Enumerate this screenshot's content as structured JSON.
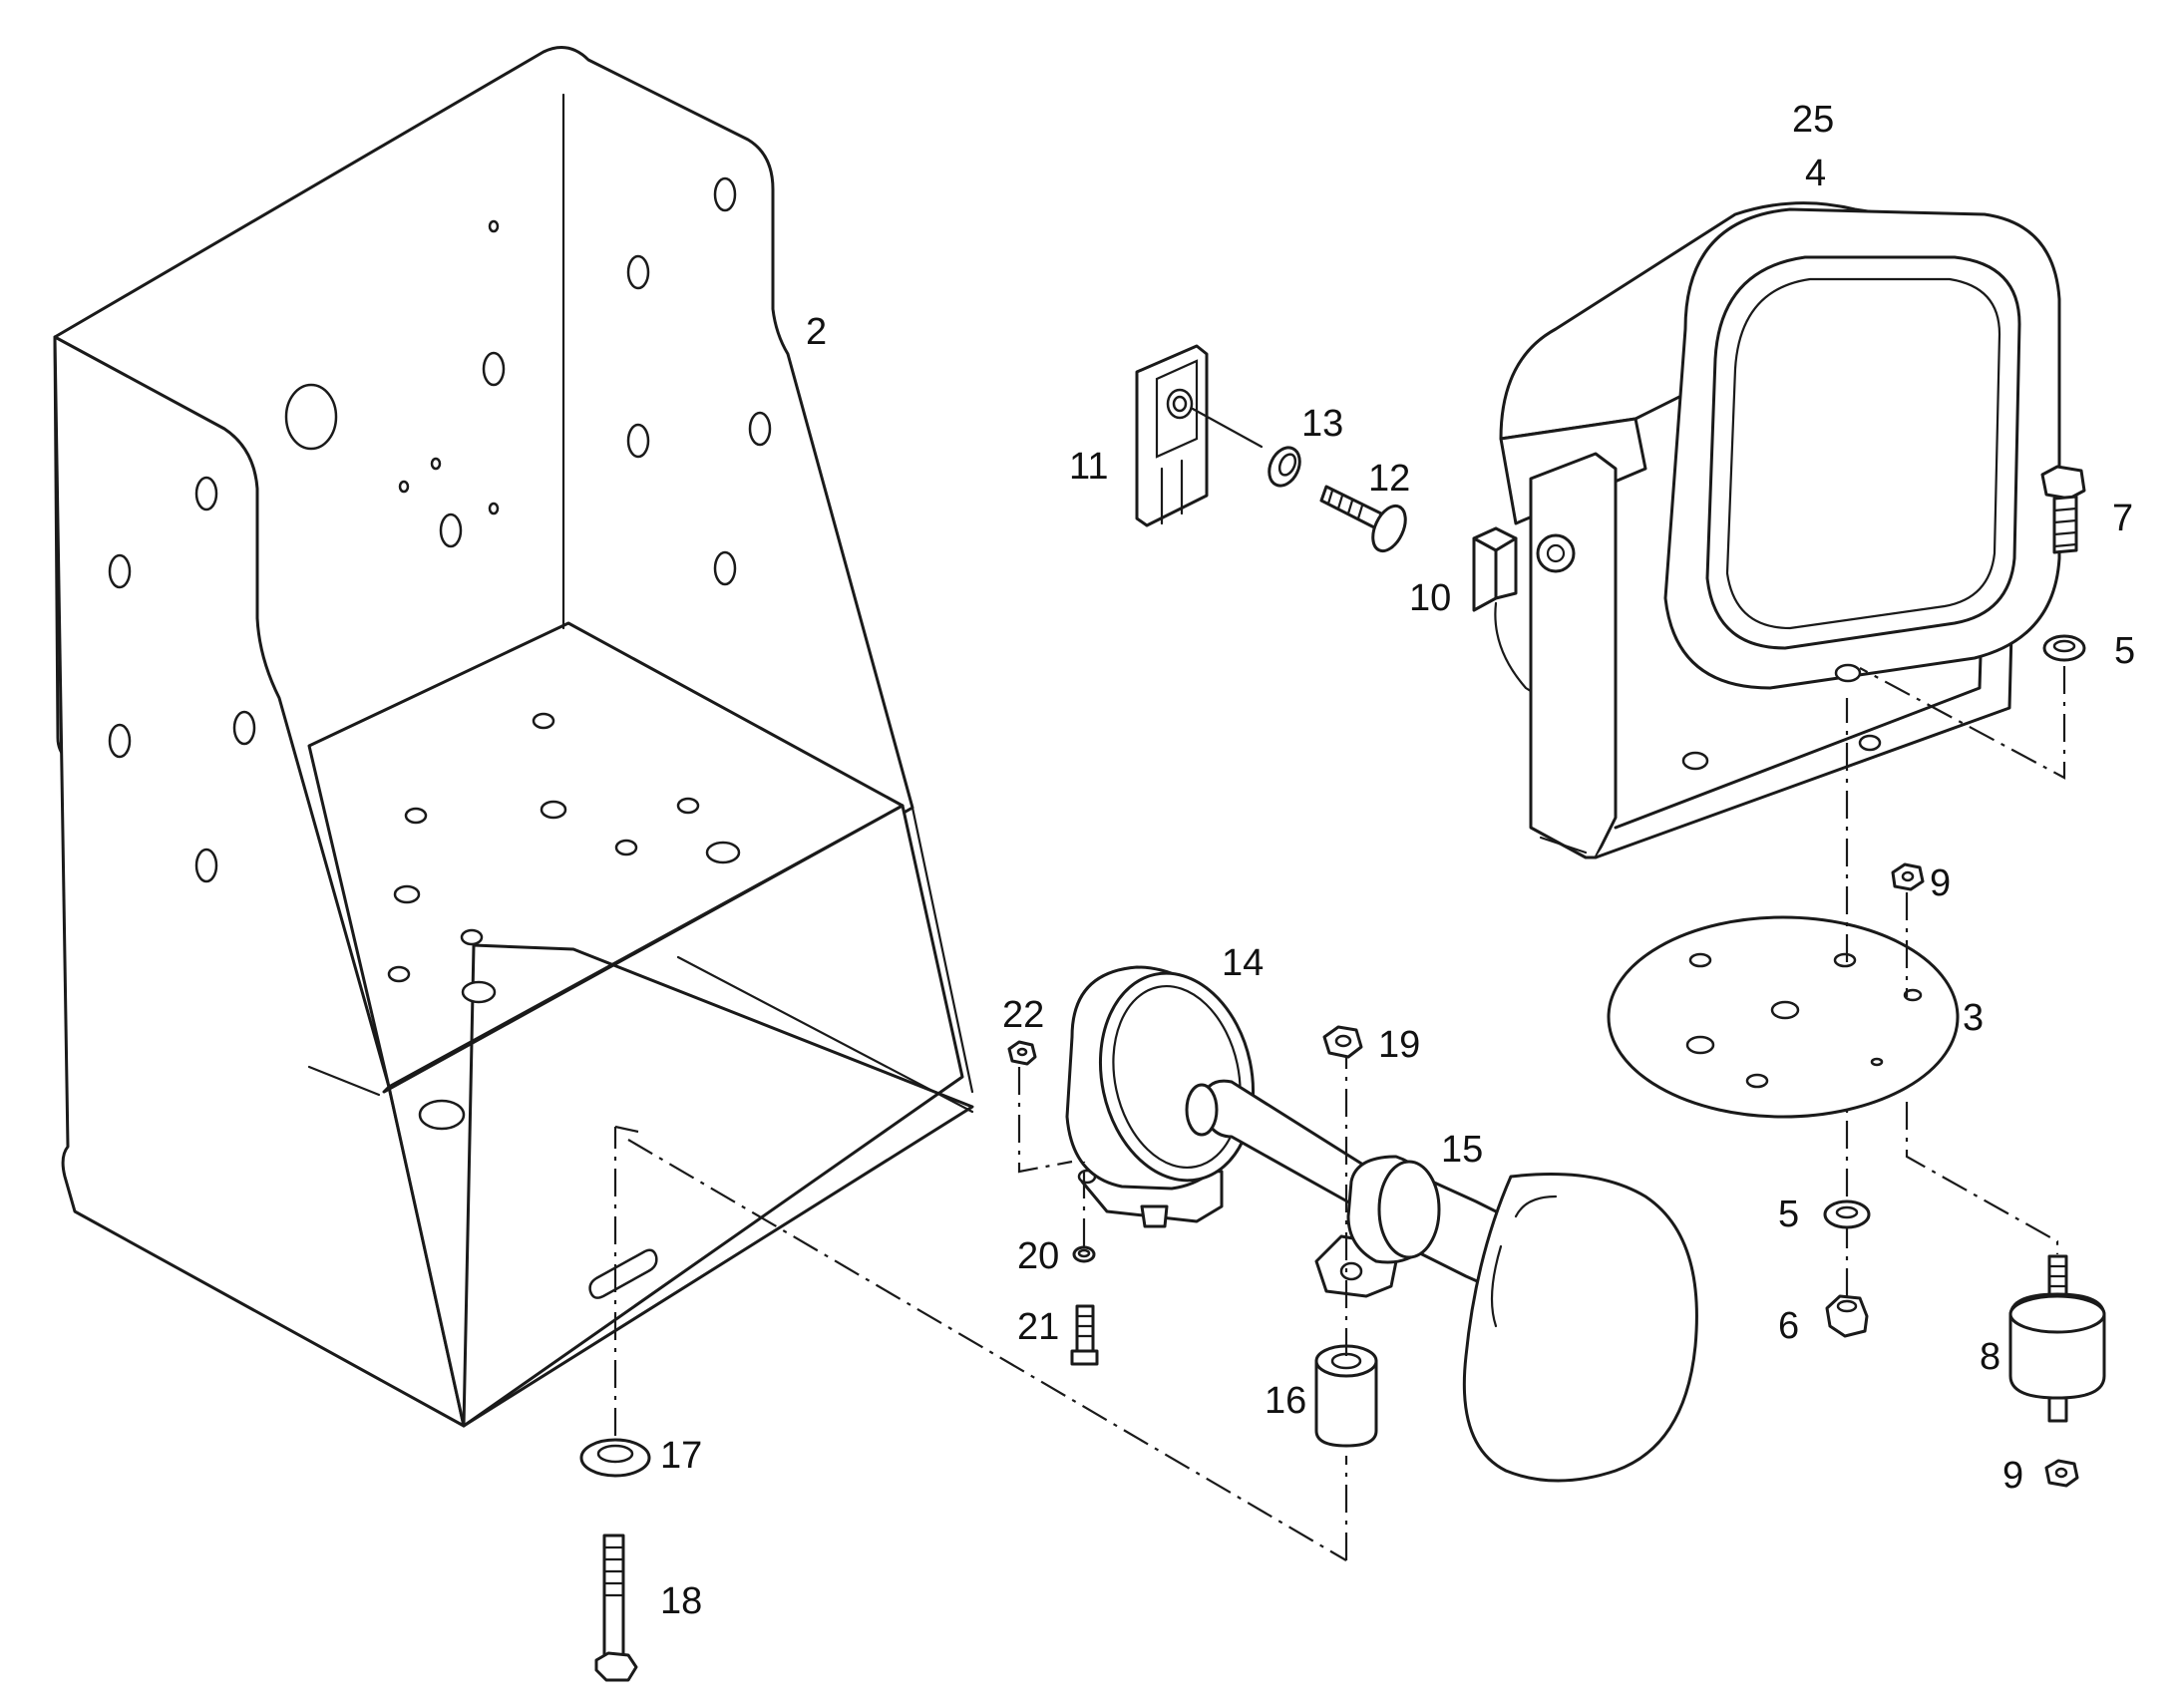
{
  "callouts": [
    {
      "key": "c2",
      "label": "2"
    },
    {
      "key": "c25",
      "label": "25"
    },
    {
      "key": "c4",
      "label": "4"
    },
    {
      "key": "c7",
      "label": "7"
    },
    {
      "key": "c5a",
      "label": "5"
    },
    {
      "key": "c11",
      "label": "11"
    },
    {
      "key": "c13",
      "label": "13"
    },
    {
      "key": "c12",
      "label": "12"
    },
    {
      "key": "c10",
      "label": "10"
    },
    {
      "key": "c9a",
      "label": "9"
    },
    {
      "key": "c3",
      "label": "3"
    },
    {
      "key": "c14",
      "label": "14"
    },
    {
      "key": "c22",
      "label": "22"
    },
    {
      "key": "c19",
      "label": "19"
    },
    {
      "key": "c15",
      "label": "15"
    },
    {
      "key": "c5b",
      "label": "5"
    },
    {
      "key": "c6",
      "label": "6"
    },
    {
      "key": "c8",
      "label": "8"
    },
    {
      "key": "c9b",
      "label": "9"
    },
    {
      "key": "c20",
      "label": "20"
    },
    {
      "key": "c21",
      "label": "21"
    },
    {
      "key": "c16",
      "label": "16"
    },
    {
      "key": "c17",
      "label": "17"
    },
    {
      "key": "c18",
      "label": "18"
    }
  ]
}
